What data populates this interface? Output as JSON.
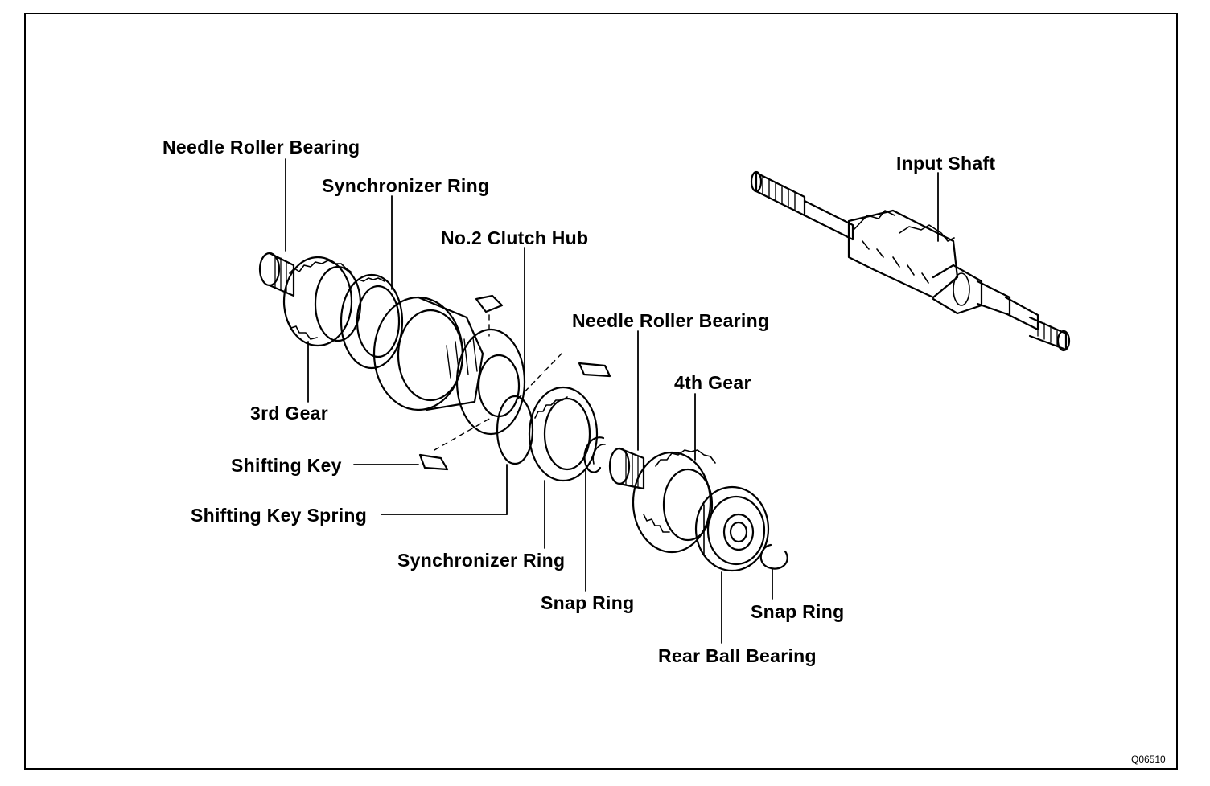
{
  "labels": {
    "needle_roller_bearing_1": "Needle Roller Bearing",
    "synchronizer_ring_1": "Synchronizer Ring",
    "clutch_hub": "No.2 Clutch Hub",
    "input_shaft": "Input Shaft",
    "needle_roller_bearing_2": "Needle Roller Bearing",
    "fourth_gear": "4th Gear",
    "third_gear": "3rd Gear",
    "shifting_key": "Shifting Key",
    "shifting_key_spring": "Shifting Key Spring",
    "synchronizer_ring_2": "Synchronizer Ring",
    "snap_ring_1": "Snap Ring",
    "snap_ring_2": "Snap Ring",
    "rear_ball_bearing": "Rear Ball Bearing"
  },
  "figure_code": "Q06510",
  "colors": {
    "ink": "#000000",
    "paper": "#ffffff"
  }
}
